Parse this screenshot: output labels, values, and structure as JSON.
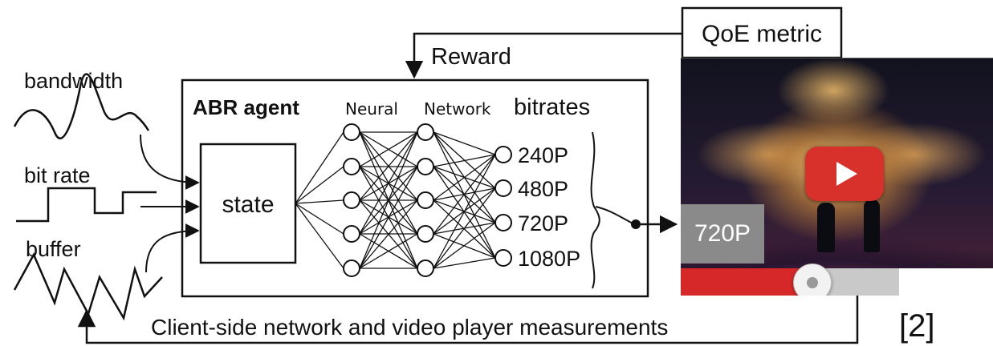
{
  "inputs": {
    "bandwidth": "bandwidth",
    "bit_rate": "bit rate",
    "buffer": "buffer"
  },
  "agent": {
    "title": "ABR agent",
    "neural_label": "Neural",
    "network_label": "Network",
    "state_label": "state",
    "bitrates_label": "bitrates",
    "bitrate_options": [
      "240P",
      "480P",
      "720P",
      "1080P"
    ]
  },
  "feedback": {
    "reward": "Reward",
    "qoe_metric": "QoE metric",
    "measurements": "Client-side network and video player measurements"
  },
  "video": {
    "quality_badge": "720P",
    "progress_played_fraction": 0.42,
    "progress_buffered_fraction": 0.7,
    "accent_color": "#d62828",
    "play_icon": "play-icon"
  },
  "citation": "[2]"
}
